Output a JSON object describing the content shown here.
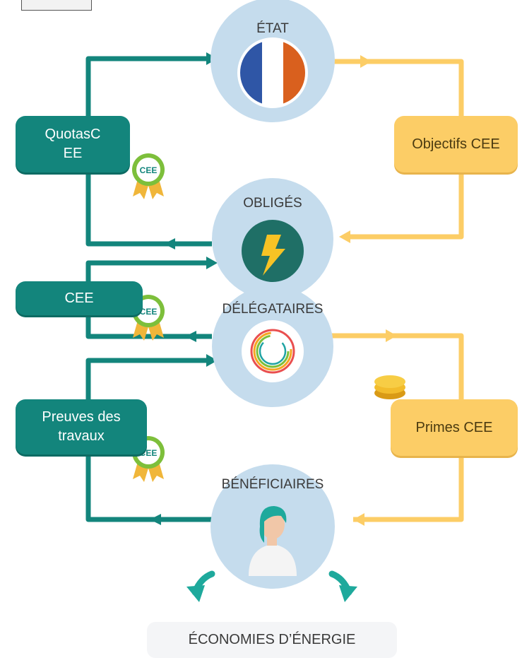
{
  "nodes": {
    "etat": "ÉTAT",
    "obliges": "OBLIGÉS",
    "delegataires": "DÉLÉGATAIRES",
    "beneficiaires": "BÉNÉFICIAIRES"
  },
  "boxes": {
    "quotas": [
      "QuotasC",
      "EE"
    ],
    "objectifs": "Objectifs CEE",
    "cee": "CEE",
    "preuves": [
      "Preuves des",
      "travaux"
    ],
    "primes": "Primes CEE"
  },
  "badge_text": "CEE",
  "result": "ÉCONOMIES D’ÉNERGIE",
  "colors": {
    "teal": "#13857c",
    "yellow": "#fccd66",
    "circle": "#c5dced",
    "badge_green": "#7dbf3b",
    "badge_ribbon": "#f0b63a"
  }
}
